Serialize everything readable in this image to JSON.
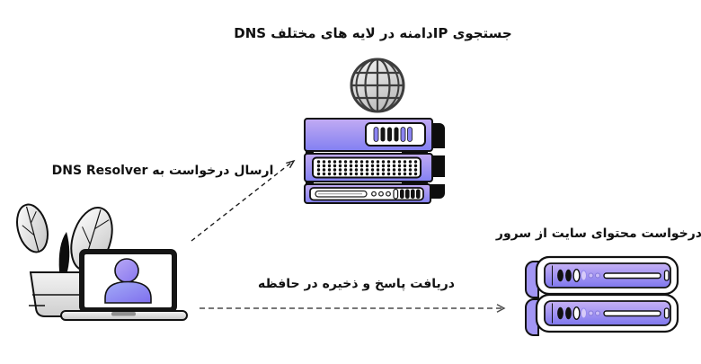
{
  "diagram": {
    "labels": {
      "dns_lookup": "جستجوی IPدامنه در لایه های مختلف DNS",
      "send_request": "ارسال درخواست به DNS Resolver",
      "receive_store": "دریافت پاسخ و  ذخیره در حافظه",
      "site_request": "درخواست محتوای سایت از سرور"
    },
    "nodes": {
      "client": {
        "icon": "laptop-user-icon"
      },
      "dns_server": {
        "icon": "server-rack-globe-icon"
      },
      "web_server": {
        "icon": "server-stack-icon"
      }
    },
    "arrows": [
      {
        "name": "request-arrow",
        "from": "client",
        "to": "dns_server",
        "style": "dashed"
      },
      {
        "name": "response-arrow",
        "from": "client",
        "to": "web_server",
        "style": "dashed"
      }
    ],
    "colors": {
      "accent_purple": "#8a82f1",
      "accent_purple_light": "#c2abf3",
      "ink": "#111111",
      "background": "#ffffff"
    }
  }
}
